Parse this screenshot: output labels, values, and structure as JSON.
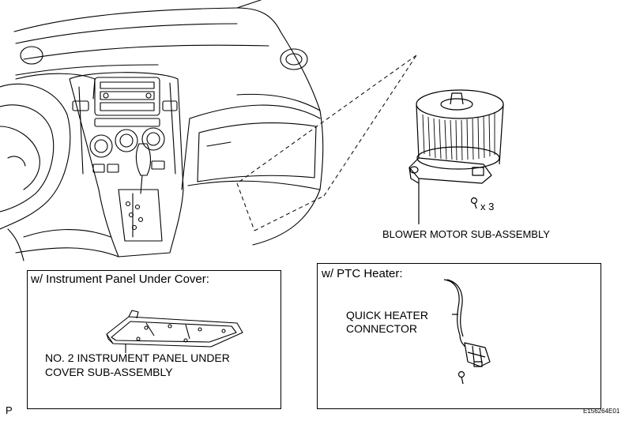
{
  "main_figure": {
    "blower_label": "BLOWER MOTOR SUB-ASSEMBLY",
    "screw_count": "x 3"
  },
  "panel_under_cover": {
    "title": "w/ Instrument Panel Under Cover:",
    "part_label_line1": "NO. 2 INSTRUMENT PANEL UNDER",
    "part_label_line2": "COVER SUB-ASSEMBLY"
  },
  "ptc_heater": {
    "title": "w/ PTC Heater:",
    "connector_label_line1": "QUICK HEATER",
    "connector_label_line2": "CONNECTOR"
  },
  "footer": {
    "left_code": "P",
    "figure_id": "E156264E01"
  }
}
